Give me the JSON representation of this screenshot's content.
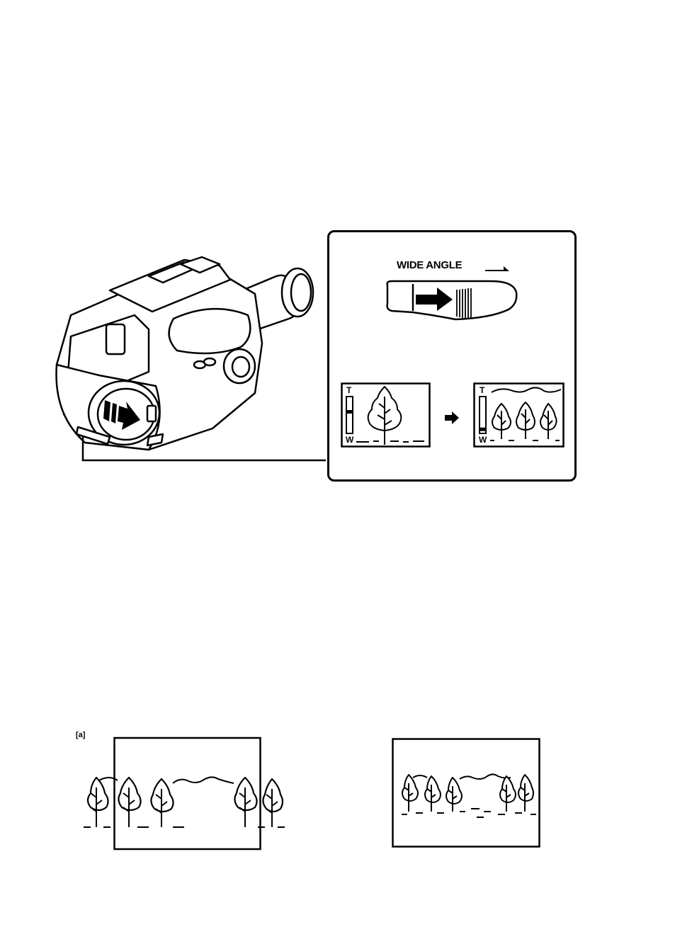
{
  "callout": {
    "wide_angle_label": "WIDE ANGLE",
    "viewfinder_before": {
      "tele_mark": "T",
      "wide_mark": "W",
      "zoom_level": 0.6
    },
    "viewfinder_after": {
      "tele_mark": "T",
      "wide_mark": "W",
      "zoom_level": 0.05
    }
  },
  "figure_a": {
    "label": "[a]"
  },
  "icons": [
    "camcorder-illustration",
    "zoom-lever-icon",
    "arrow-right-icon",
    "tree-icon",
    "mountain-icon"
  ]
}
